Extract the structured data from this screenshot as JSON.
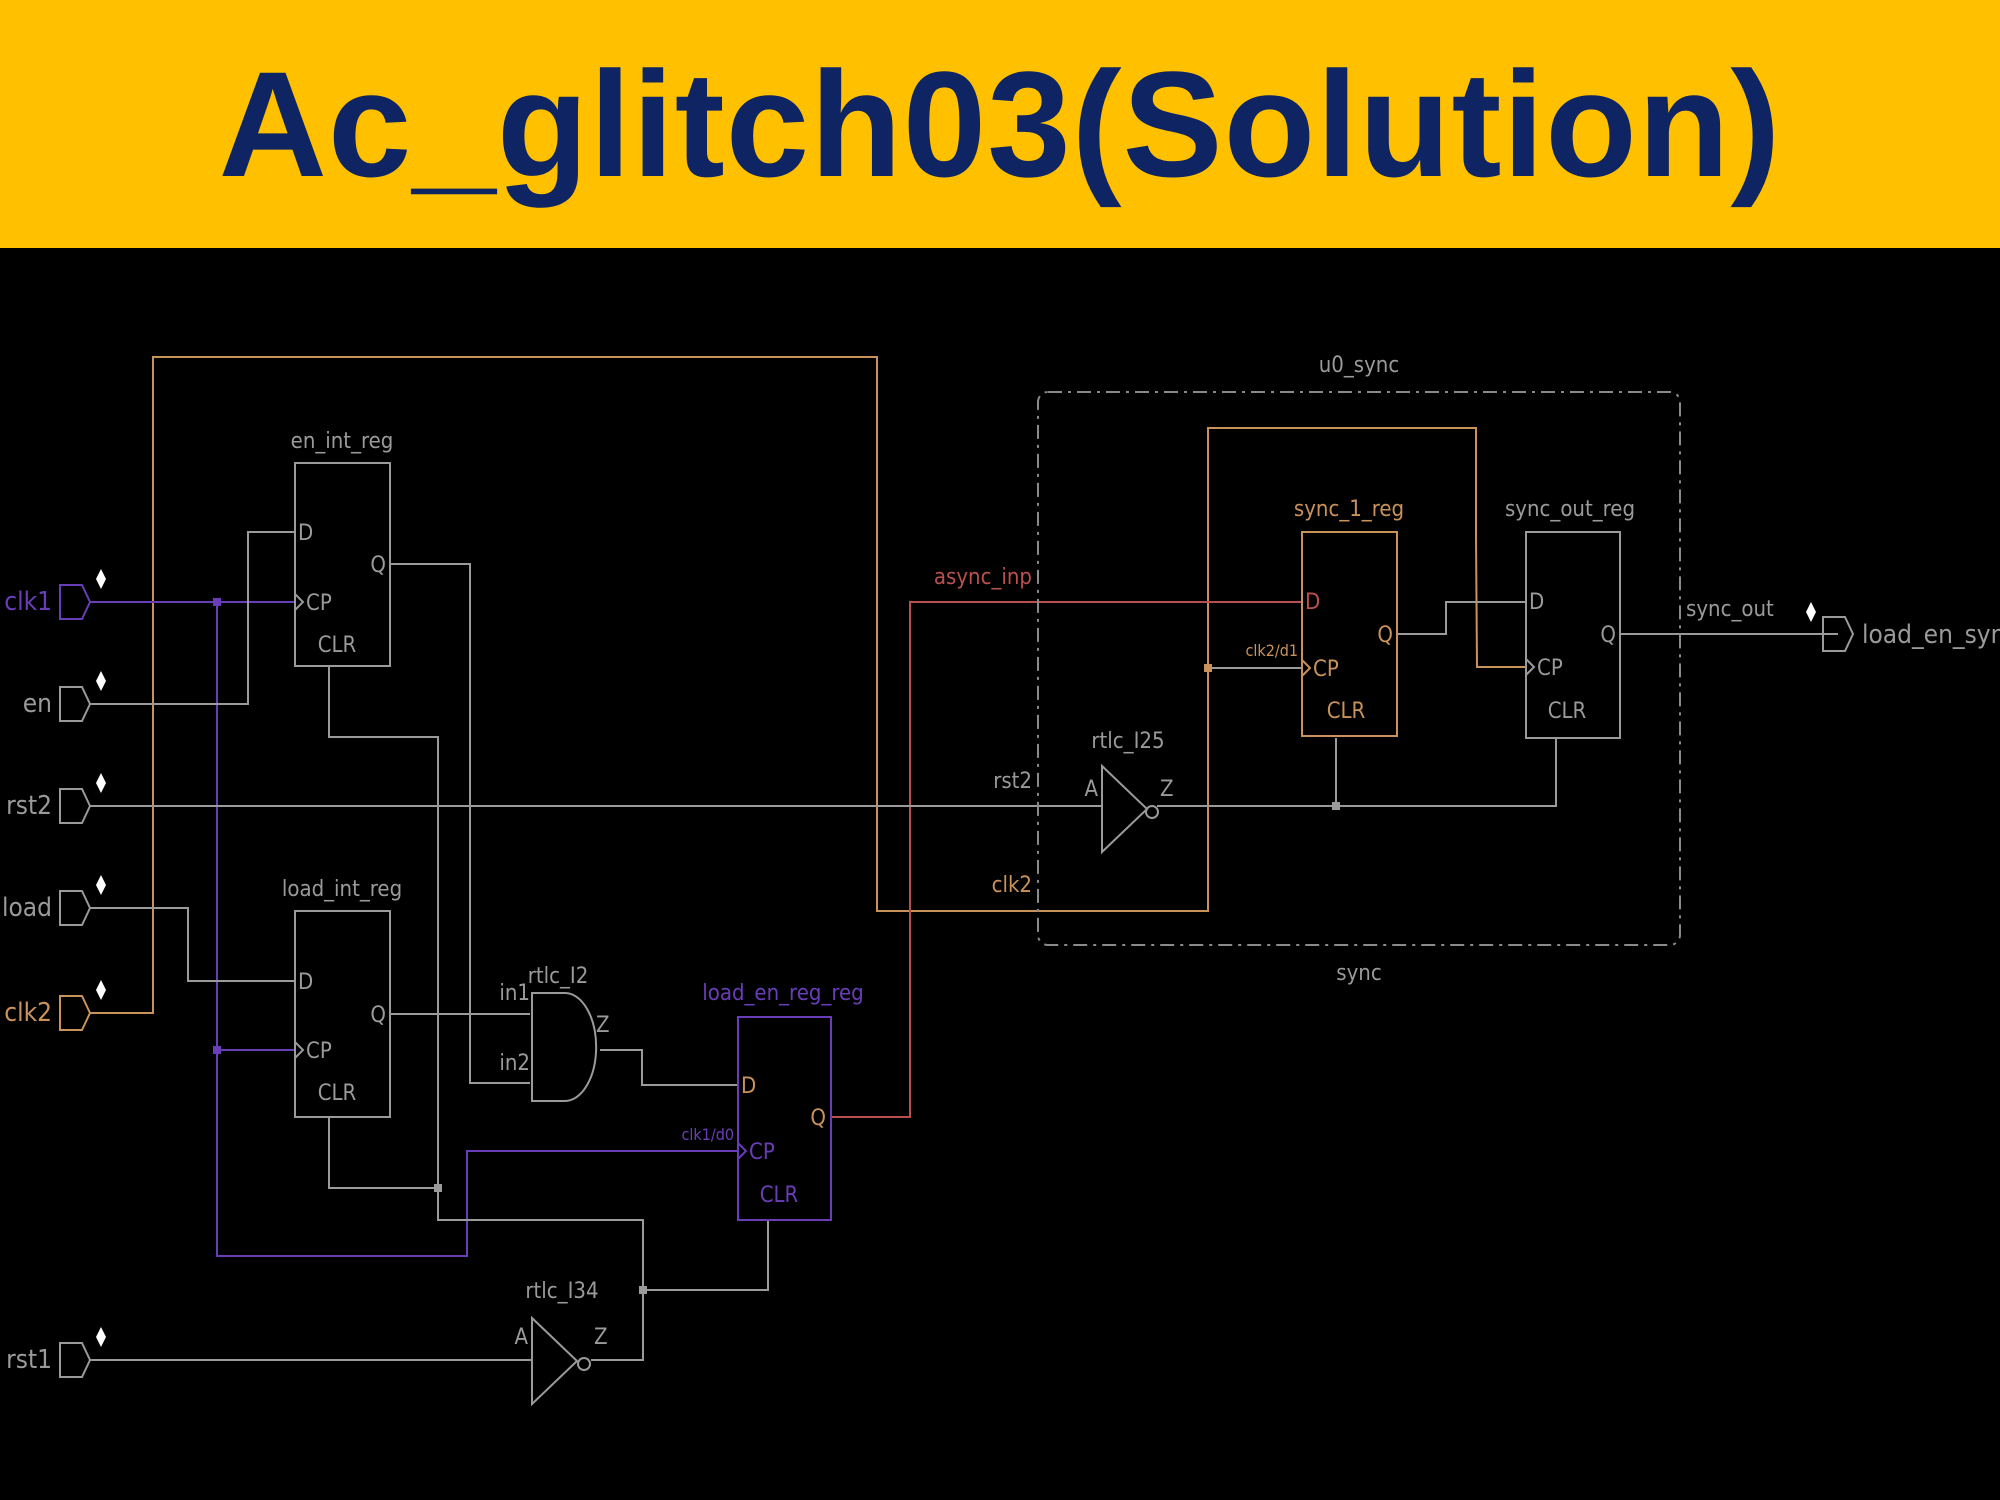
{
  "title": "Ac_glitch03(Solution)",
  "colors": {
    "header_bg": "#FFC000",
    "title": "#0F2462",
    "background": "#000000",
    "wire_gray": "#9A9A9A",
    "clk1_purple": "#6A3DB8",
    "clk2_orange": "#C8925A",
    "async_red": "#B85050"
  },
  "ports": {
    "clk1": "clk1",
    "en": "en",
    "rst2": "rst2",
    "load": "load",
    "clk2": "clk2",
    "rst1": "rst1",
    "load_en_sync": "load_en_sync"
  },
  "cells": {
    "en_int_reg": "en_int_reg",
    "load_int_reg": "load_int_reg",
    "load_en_reg_reg": "load_en_reg_reg",
    "sync_1_reg": "sync_1_reg",
    "sync_out_reg": "sync_out_reg",
    "rtlc_I2": "rtlc_I2",
    "rtlc_I25": "rtlc_I25",
    "rtlc_I34": "rtlc_I34"
  },
  "pins": {
    "d": "D",
    "cp": "CP",
    "clr": "CLR",
    "q": "Q",
    "a": "A",
    "z": "Z",
    "in1": "in1",
    "in2": "in2",
    "clk1_d0": "clk1/d0",
    "clk2_d1": "clk2/d1"
  },
  "nets": {
    "async_inp": "async_inp",
    "rst2": "rst2",
    "clk2": "clk2",
    "sync_out": "sync_out"
  },
  "module": {
    "instance": "u0_sync",
    "name": "sync"
  }
}
